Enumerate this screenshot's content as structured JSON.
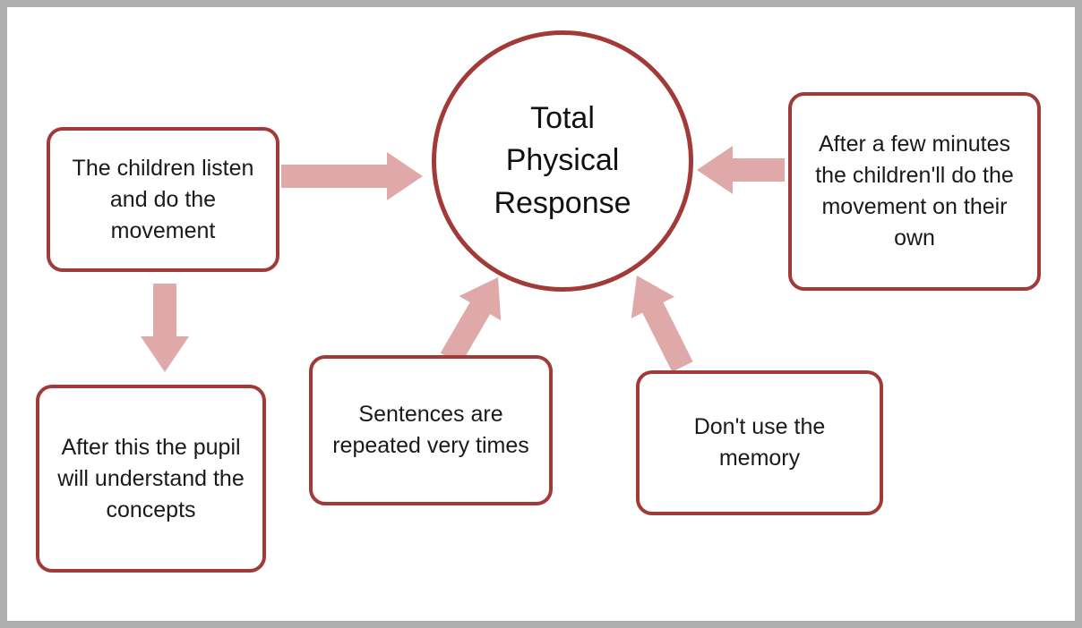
{
  "diagram": {
    "center": {
      "title": "Total Physical Response",
      "lines": [
        "Total",
        "Physical",
        "Response"
      ]
    },
    "boxes": [
      {
        "name": "children-listen",
        "text": "The children listen and do the movement"
      },
      {
        "name": "pupil-understand",
        "text": "After this the pupil will understand the concepts"
      },
      {
        "name": "sentences-repeated",
        "text": "Sentences are repeated very times"
      },
      {
        "name": "dont-use-memory",
        "text": "Don't use the memory"
      },
      {
        "name": "movement-own",
        "text": "After a few minutes the children'll do the movement on their own"
      }
    ],
    "colors": {
      "node_border": "#a23a38",
      "arrow_fill": "#e0a9a9",
      "frame": "#aeaeae",
      "text": "#1a1a1a"
    }
  }
}
